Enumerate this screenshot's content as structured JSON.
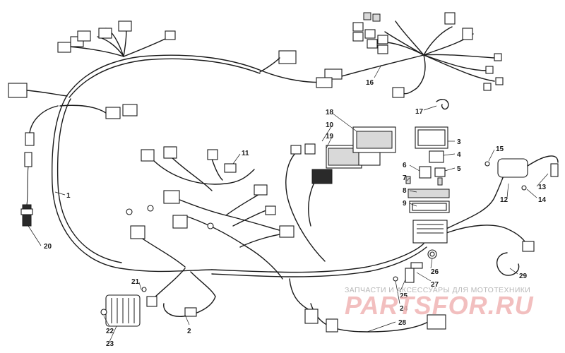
{
  "diagram": {
    "callouts": [
      {
        "id": "1",
        "text": "1"
      },
      {
        "id": "2",
        "text": "2"
      },
      {
        "id": "3",
        "text": "3"
      },
      {
        "id": "4",
        "text": "4"
      },
      {
        "id": "5",
        "text": "5"
      },
      {
        "id": "6",
        "text": "6"
      },
      {
        "id": "7",
        "text": "7"
      },
      {
        "id": "8",
        "text": "8"
      },
      {
        "id": "9",
        "text": "9"
      },
      {
        "id": "10",
        "text": "10"
      },
      {
        "id": "11",
        "text": "11"
      },
      {
        "id": "12",
        "text": "12"
      },
      {
        "id": "13",
        "text": "13"
      },
      {
        "id": "14",
        "text": "14"
      },
      {
        "id": "15",
        "text": "15"
      },
      {
        "id": "16",
        "text": "16"
      },
      {
        "id": "17",
        "text": "17"
      },
      {
        "id": "18",
        "text": "18"
      },
      {
        "id": "19",
        "text": "19"
      },
      {
        "id": "20",
        "text": "20"
      },
      {
        "id": "21",
        "text": "21"
      },
      {
        "id": "22",
        "text": "22"
      },
      {
        "id": "23",
        "text": "23"
      },
      {
        "id": "24",
        "text": "24"
      },
      {
        "id": "25",
        "text": "25"
      },
      {
        "id": "26",
        "text": "26"
      },
      {
        "id": "27",
        "text": "27"
      },
      {
        "id": "28",
        "text": "28"
      },
      {
        "id": "29",
        "text": "29"
      }
    ]
  },
  "watermark": {
    "tagline": "ЗАПЧАСТИ И АКСЕССУАРЫ ДЛЯ МОТОТЕХНИКИ",
    "logo": "PARTSFOR.RU",
    "color": "#f0b4b4"
  }
}
